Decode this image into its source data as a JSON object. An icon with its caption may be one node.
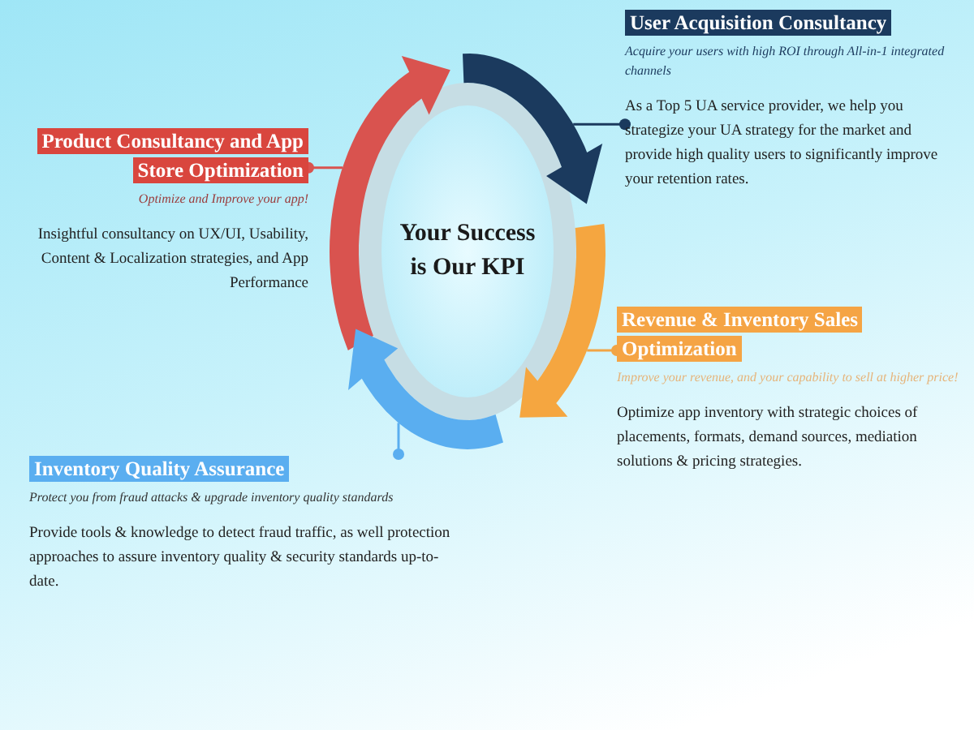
{
  "diagram": {
    "nodes": [
      {
        "text": [
          "Your Success is Our KPI"
        ]
      },
      {
        "text": [],
        "shape": "arrow"
      },
      {
        "text": [],
        "shape": "arrow"
      },
      {
        "text": [],
        "shape": "arrow"
      },
      {
        "text": [],
        "shape": "arrow"
      },
      {
        "text": [
          "User Acquisition Consultancy",
          "Acquire your users with high ROI through All-in-1 integrated channels",
          "As a Top 5 UA service provider, we help you strategize your UA strategy for the market and provide high quality users to significantly improve your retention rates."
        ]
      },
      {
        "text": [
          "Product Consultancy and App Store Optimization",
          "Optimize and Improve your app!",
          "Insightful consultancy on UX/UI, Usability, Content & Localization strategies, and App Performance"
        ]
      },
      {
        "text": [
          "Revenue & Inventory Sales Optimization",
          "Improve your revenue, and your capability to sell at higher price!",
          "Optimize app inventory with strategic choices of placements, formats, demand sources, mediation solutions & pricing strategies."
        ]
      },
      {
        "text": [
          "Inventory Quality Assurance",
          "Protect you from fraud attacks & upgrade inventory quality standards",
          "Provide tools & knowledge to detect fraud traffic, as well protection approaches to assure inventory quality & security standards up-to-date."
        ]
      }
    ],
    "edges": [
      {
        "from": 5,
        "to": 2,
        "arrow": "other",
        "color": "#1b3a5e"
      },
      {
        "from": 6,
        "to": 1,
        "arrow": "other",
        "color": "#d9534f"
      },
      {
        "from": 7,
        "to": 3,
        "arrow": "other",
        "color": "#f2a444"
      },
      {
        "from": 8,
        "to": 4,
        "arrow": "other",
        "color": "#5aaef0"
      }
    ]
  }
}
